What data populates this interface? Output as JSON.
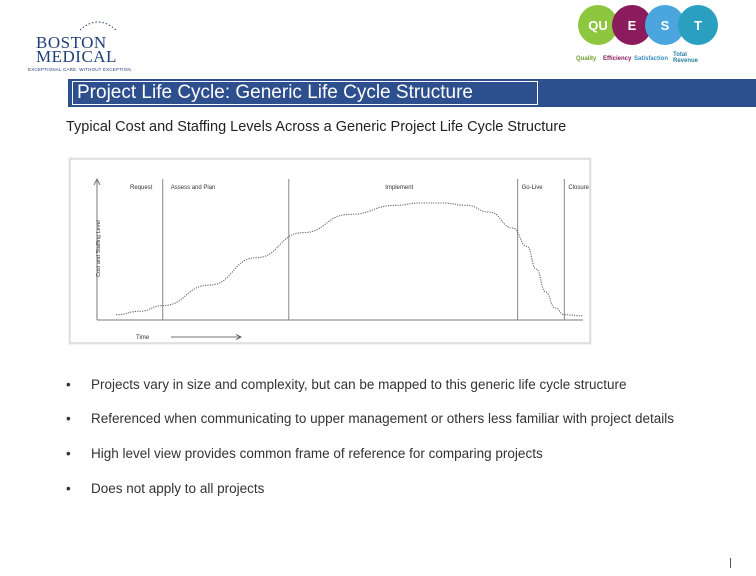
{
  "logo": {
    "line1": "BOSTON",
    "line2": "MEDICAL",
    "tagline": "EXCEPTIONAL CARE. WITHOUT EXCEPTION."
  },
  "quest": {
    "letters": [
      "QU",
      "E",
      "S",
      "T"
    ],
    "labels": [
      "Quality",
      "Efficiency",
      "Satisfaction",
      "Total Revenue"
    ],
    "colors": [
      "#8dc63f",
      "#8b1b5c",
      "#4aa6dc",
      "#2a9fc0"
    ]
  },
  "title": "Project Life Cycle:  Generic Life Cycle Structure",
  "subtitle": "Typical Cost and Staffing Levels Across a Generic Project Life Cycle Structure",
  "chart_data": {
    "type": "area",
    "title": "",
    "ylabel": "Cost and Staffing Level",
    "xlabel": "Time",
    "phases": [
      "Request",
      "Assess and Plan",
      "Implement",
      "Go-Live",
      "Closure"
    ],
    "phase_boundaries": [
      0.1,
      0.37,
      0.86,
      0.96
    ],
    "x": [
      0,
      0.05,
      0.1,
      0.2,
      0.3,
      0.4,
      0.5,
      0.6,
      0.65,
      0.7,
      0.75,
      0.8,
      0.85,
      0.88,
      0.9,
      0.92,
      0.94,
      0.96,
      1.0
    ],
    "y": [
      0.02,
      0.05,
      0.1,
      0.28,
      0.52,
      0.74,
      0.9,
      0.98,
      1.0,
      1.0,
      0.98,
      0.92,
      0.78,
      0.62,
      0.42,
      0.22,
      0.08,
      0.02,
      0.01
    ],
    "ylim": [
      0,
      1
    ],
    "grid": false,
    "legend": "none"
  },
  "bullets": [
    "Projects vary in size and complexity, but can be mapped to this generic life cycle structure",
    "Referenced when communicating to upper management or others less familiar with project details",
    "High level view provides common frame of reference for comparing projects",
    "Does not apply to all projects"
  ],
  "bullet_symbol": "•"
}
